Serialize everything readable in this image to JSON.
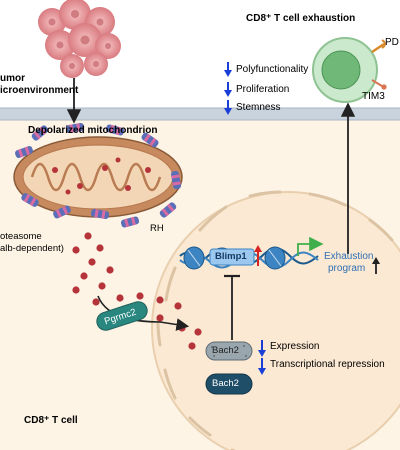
{
  "labels": {
    "tumor_line1": "umor",
    "tumor_line2": "icroenvironment",
    "mito": "Depolarized mitochondrion",
    "proteasome_line1": "oteasome",
    "proteasome_line2": "alb-dependent)",
    "rh": "RH",
    "pgrmc2": "Pgrmc2",
    "blimp1": "Blimp1",
    "exhaustion_line1": "Exhaustion",
    "exhaustion_line2": "program",
    "bach2_top": "Bach2",
    "bach2_bottom": "Bach2",
    "expression": "Expression",
    "transcriptional_repression": "Transcriptional repression",
    "cd8_cell": "CD8⁺ T cell",
    "exhaustion_title": "CD8⁺ T cell exhaustion",
    "pd": "PD",
    "tim3": "TIM3"
  },
  "phenotype_list": [
    {
      "label": "Polyfunctionality",
      "direction": "down"
    },
    {
      "label": "Proliferation",
      "direction": "down"
    },
    {
      "label": "Stemness",
      "direction": "down"
    }
  ],
  "colors": {
    "membrane": "#c9d3dd",
    "cytoplasm": "#fdf4e6",
    "nucleus": "#fbe9d3",
    "mitochondrion": "#d9a274",
    "dots": "#b5343a",
    "pill": "#2a8780",
    "bach2": "#1f4e68",
    "blue_arrow": "#1a3fd6",
    "red_arrow": "#d62424",
    "green_arrow": "#3fae4a",
    "exhausted_cell": "#9fd4a3"
  }
}
